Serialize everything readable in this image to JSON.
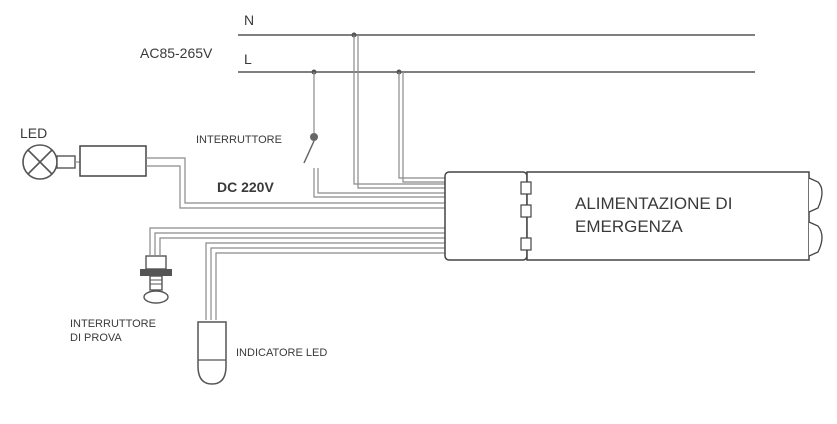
{
  "labels": {
    "neutral": "N",
    "line": "L",
    "ac_range": "AC85-265V",
    "led": "LED",
    "switch": "INTERRUTTORE",
    "dc_voltage": "DC 220V",
    "module_line1": "ALIMENTAZIONE DI",
    "module_line2": "EMERGENZA",
    "test_switch_line1": "INTERRUTTORE",
    "test_switch_line2": "DI PROVA",
    "led_indicator": "INDICATORE LED"
  },
  "colors": {
    "wire": "#8a8a8a",
    "outline": "#444444",
    "text": "#3a3a3a"
  },
  "icons": [
    "lamp-icon",
    "switch-icon",
    "push-button-icon",
    "led-indicator-icon"
  ]
}
